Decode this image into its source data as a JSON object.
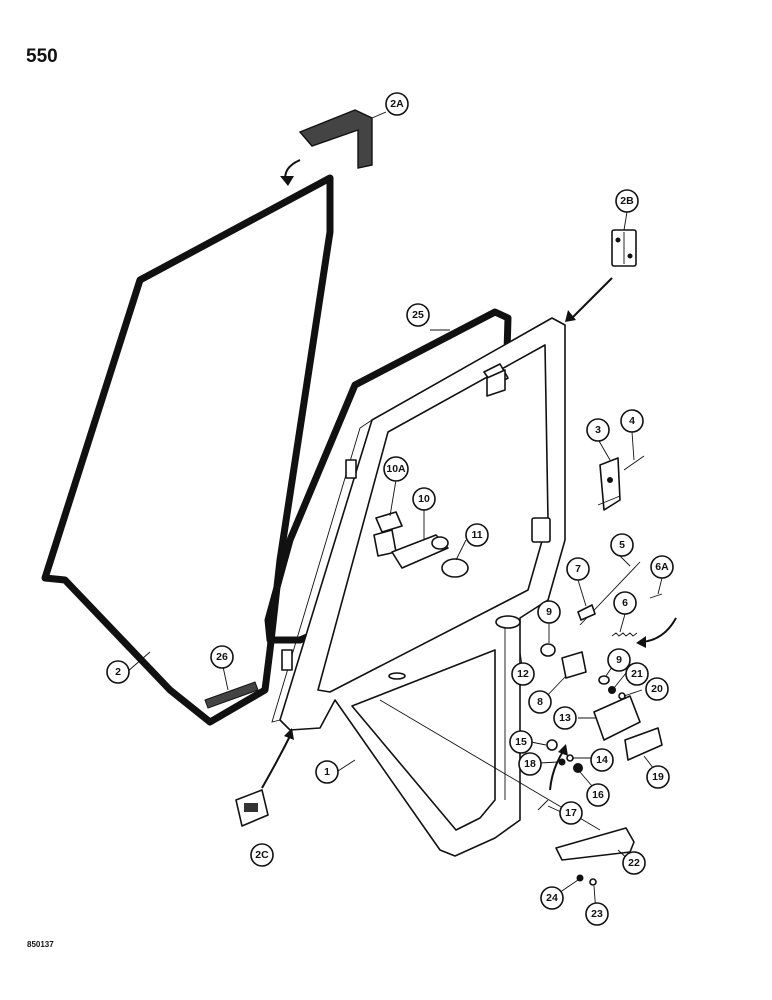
{
  "page": {
    "number": "550",
    "drawing_code": "850137"
  },
  "callouts": [
    {
      "label": "2A"
    },
    {
      "label": "2B"
    },
    {
      "label": "25"
    },
    {
      "label": "3"
    },
    {
      "label": "4"
    },
    {
      "label": "10A"
    },
    {
      "label": "10"
    },
    {
      "label": "11"
    },
    {
      "label": "5"
    },
    {
      "label": "7"
    },
    {
      "label": "6A"
    },
    {
      "label": "6"
    },
    {
      "label": "9"
    },
    {
      "label": "9"
    },
    {
      "label": "12"
    },
    {
      "label": "21"
    },
    {
      "label": "20"
    },
    {
      "label": "8"
    },
    {
      "label": "13"
    },
    {
      "label": "15"
    },
    {
      "label": "14"
    },
    {
      "label": "18"
    },
    {
      "label": "19"
    },
    {
      "label": "16"
    },
    {
      "label": "17"
    },
    {
      "label": "2"
    },
    {
      "label": "26"
    },
    {
      "label": "1"
    },
    {
      "label": "2C"
    },
    {
      "label": "22"
    },
    {
      "label": "24"
    },
    {
      "label": "23"
    }
  ]
}
